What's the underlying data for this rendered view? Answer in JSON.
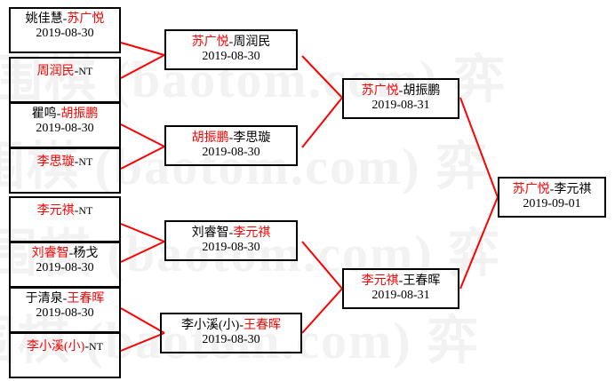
{
  "colors": {
    "winner": "#ff0000",
    "loser": "#000000",
    "box_border": "#000000",
    "connector": "#ff0000",
    "background": "#ffffff",
    "watermark": "#f2f2f2"
  },
  "watermark": {
    "lines": [
      "围棋 (baotom.com) 弈",
      "围棋 (baotom.com) 弈",
      "围棋 (baotom.com) 弈",
      "围棋 (baotom.com) 弈"
    ]
  },
  "bracket": {
    "rounds": [
      {
        "name": "round-1",
        "matches": [
          {
            "id": "r1m1",
            "left": "姚佳慧",
            "right": "苏广悦",
            "separator": "-",
            "winner": "right",
            "date": "2019-08-30",
            "walkover": false
          },
          {
            "id": "r1m2",
            "left": "周润民",
            "right": "NT",
            "separator": "-",
            "winner": "left",
            "date": "",
            "walkover": true
          },
          {
            "id": "r1m3",
            "left": "瞿鸣",
            "right": "胡振鹏",
            "separator": "-",
            "winner": "right",
            "date": "2019-08-30",
            "walkover": false
          },
          {
            "id": "r1m4",
            "left": "李思璇",
            "right": "NT",
            "separator": "-",
            "winner": "left",
            "date": "",
            "walkover": true
          },
          {
            "id": "r1m5",
            "left": "李元祺",
            "right": "NT",
            "separator": "-",
            "winner": "left",
            "date": "",
            "walkover": true
          },
          {
            "id": "r1m6",
            "left": "刘睿智",
            "right": "杨戈",
            "separator": "-",
            "winner": "left",
            "date": "2019-08-30",
            "walkover": false
          },
          {
            "id": "r1m7",
            "left": "于清泉",
            "right": "王春晖",
            "separator": "-",
            "winner": "right",
            "date": "2019-08-30",
            "walkover": false
          },
          {
            "id": "r1m8",
            "left": "李小溪(小)",
            "right": "NT",
            "separator": "-",
            "winner": "left",
            "date": "",
            "walkover": true
          }
        ]
      },
      {
        "name": "round-2",
        "matches": [
          {
            "id": "r2m1",
            "left": "苏广悦",
            "right": "周润民",
            "separator": "-",
            "winner": "left",
            "date": "2019-08-30",
            "walkover": false
          },
          {
            "id": "r2m2",
            "left": "胡振鹏",
            "right": "李思璇",
            "separator": "-",
            "winner": "left",
            "date": "2019-08-30",
            "walkover": false
          },
          {
            "id": "r2m3",
            "left": "刘睿智",
            "right": "李元祺",
            "separator": "-",
            "winner": "right",
            "date": "2019-08-30",
            "walkover": false
          },
          {
            "id": "r2m4",
            "left": "李小溪(小)",
            "right": "王春晖",
            "separator": "-",
            "winner": "right",
            "date": "2019-08-30",
            "walkover": false
          }
        ]
      },
      {
        "name": "round-3",
        "matches": [
          {
            "id": "r3m1",
            "left": "苏广悦",
            "right": "胡振鹏",
            "separator": "-",
            "winner": "left",
            "date": "2019-08-31",
            "walkover": false
          },
          {
            "id": "r3m2",
            "left": "李元祺",
            "right": "王春晖",
            "separator": "-",
            "winner": "left",
            "date": "2019-08-31",
            "walkover": false
          }
        ]
      },
      {
        "name": "round-4",
        "matches": [
          {
            "id": "r4m1",
            "left": "苏广悦",
            "right": "李元祺",
            "separator": "-",
            "winner": "left",
            "date": "2019-09-01",
            "walkover": false
          }
        ]
      }
    ]
  }
}
